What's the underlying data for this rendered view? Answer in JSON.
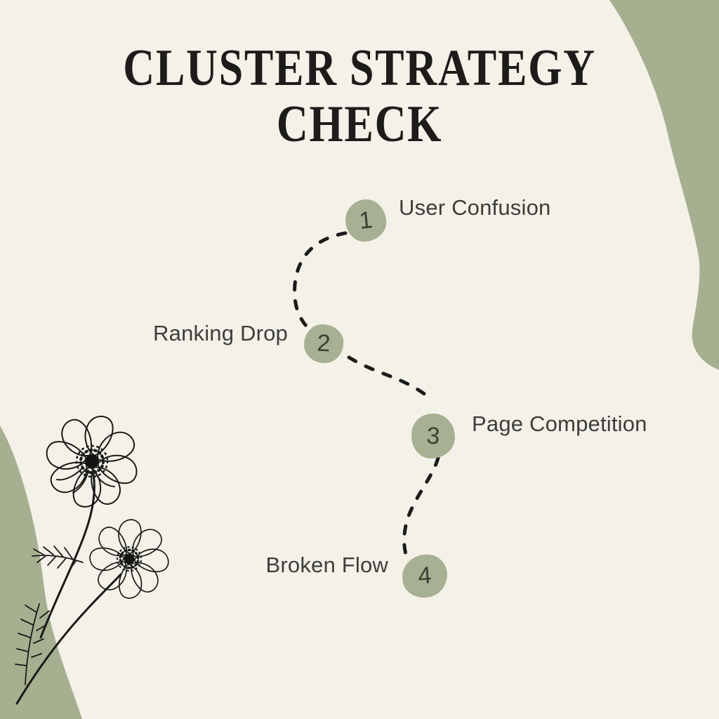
{
  "title": {
    "line1": "CLUSTER STRATEGY",
    "line2": "CHECK"
  },
  "steps": [
    {
      "number": "1",
      "label": "User Confusion"
    },
    {
      "number": "2",
      "label": "Ranking Drop"
    },
    {
      "number": "3",
      "label": "Page Competition"
    },
    {
      "number": "4",
      "label": "Broken Flow"
    }
  ],
  "decor": {
    "flower_icon": "line-art-anemone-flowers",
    "blobs": [
      "top-right-green-blob",
      "bottom-left-green-blob"
    ],
    "path_style": "dashed-curve"
  },
  "colors": {
    "background": "#f4f1e9",
    "corner_green": "#a6af90",
    "node_green": "#a8b093",
    "ink": "#1e1c1a",
    "label_gray": "#3d3d3b",
    "number_color": "#3b4033",
    "path_ink": "#1b1b19"
  }
}
